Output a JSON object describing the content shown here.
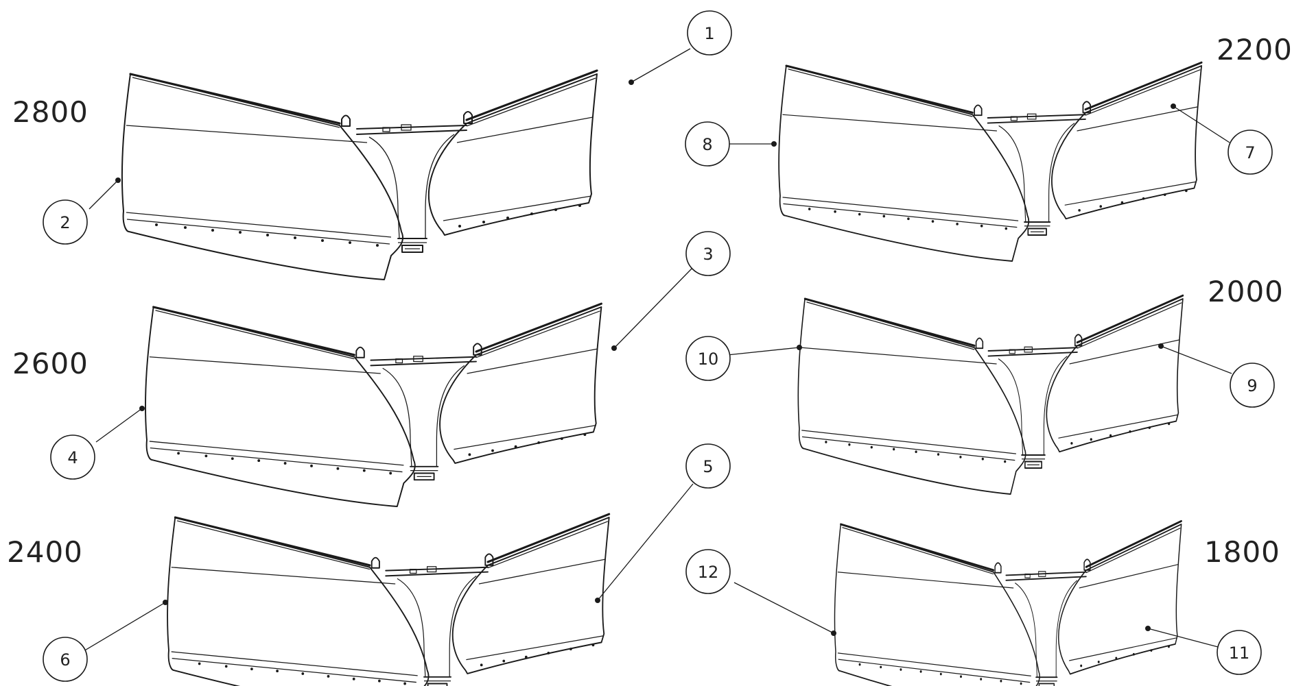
{
  "labels": {
    "size_2800": "2800",
    "size_2600": "2600",
    "size_2400": "2400",
    "size_2200": "2200",
    "size_2000": "2000",
    "size_1800": "1800"
  },
  "callouts": {
    "c1": "1",
    "c2": "2",
    "c3": "3",
    "c4": "4",
    "c5": "5",
    "c6": "6",
    "c7": "7",
    "c8": "8",
    "c9": "9",
    "c10": "10",
    "c11": "11",
    "c12": "12"
  },
  "colors": {
    "line": "#1a1a1a",
    "background": "#ffffff"
  }
}
